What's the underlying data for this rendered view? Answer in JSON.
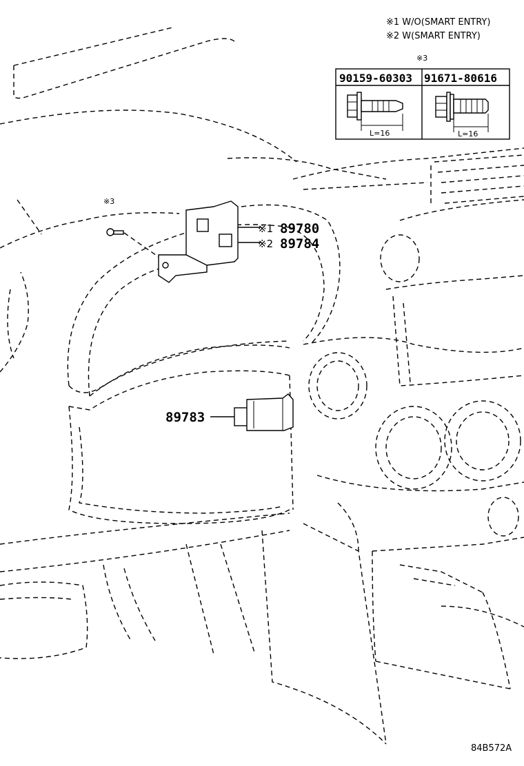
{
  "notes": {
    "note1": "※1 W/O(SMART ENTRY)",
    "note2": "※2 W(SMART ENTRY)"
  },
  "fastener_table": {
    "ref_mark": "※3",
    "col1_part": "90159-60303",
    "col2_part": "91671-80616",
    "col1_length": "L=16",
    "col2_length": "L=16"
  },
  "callouts": {
    "bolt_ref": "※3",
    "receiver_mark1": "※1",
    "receiver_part1": "89780",
    "receiver_mark2": "※2",
    "receiver_part2": "89784",
    "switch_part": "89783"
  },
  "figure_id": "84B572A"
}
